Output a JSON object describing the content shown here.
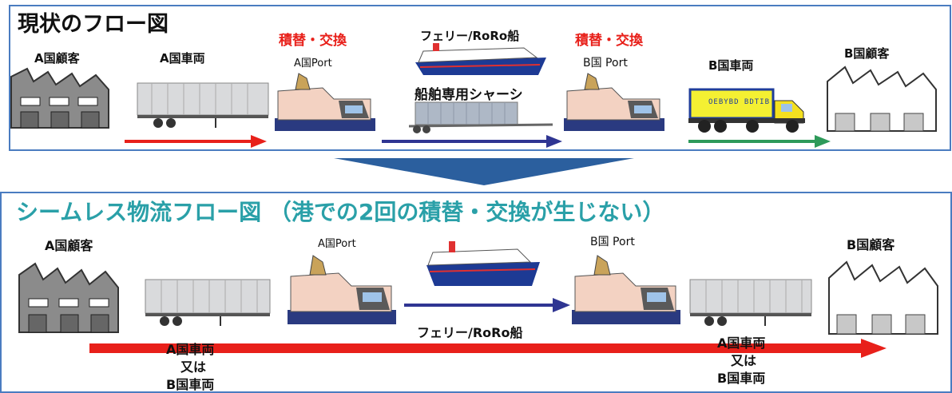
{
  "top_panel": {
    "title": "現状のフロー図",
    "customer_a": "A国顧客",
    "vehicle_a": "A国車両",
    "transship_1": "積替・交換",
    "port_a": "A国Port",
    "ferry": "フェリー/RoRo船",
    "transship_2": "積替・交換",
    "port_b": "B国 Port",
    "chassis": "船舶専用シャーシ",
    "vehicle_b": "B国車両",
    "customer_b": "B国顧客",
    "truck_plate": "OEBYBD BDTIB"
  },
  "bottom_panel": {
    "title": "シームレス物流フロー図 （港での2回の積替・交換が生じない）",
    "customer_a": "A国顧客",
    "port_a": "A国Port",
    "port_b": "B国 Port",
    "customer_b": "B国顧客",
    "ferry": "フェリー/RoRo船",
    "vehicle_left": [
      "A国車両",
      "又は",
      "B国車両"
    ],
    "vehicle_right": [
      "A国車両",
      "又は",
      "B国車両"
    ]
  },
  "colors": {
    "frame": "#4a7cc0",
    "red_arrow": "#e8201a",
    "blue_arrow": "#2f3592",
    "green_arrow": "#2e9a5a",
    "chevron": "#2b5f9e",
    "teal_title": "#2aa0a8"
  }
}
